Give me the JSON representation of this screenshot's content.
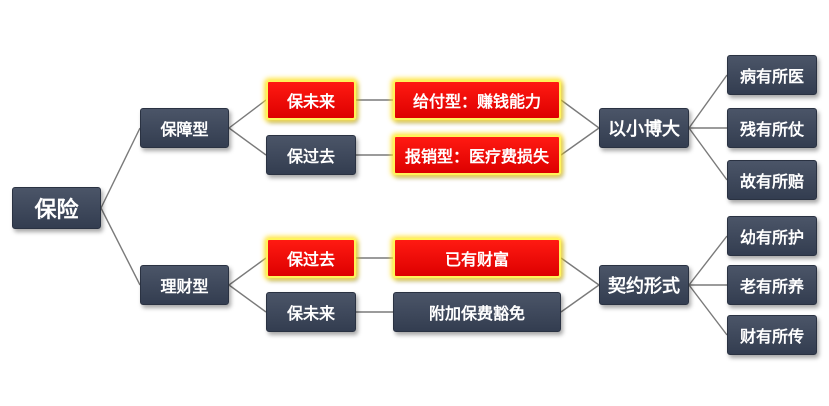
{
  "colors": {
    "dark_node": "#3f4a5d",
    "highlight_node": "#f00a0a",
    "highlight_border": "#fff35a",
    "connector": "#7a7a7a"
  },
  "root": "保险",
  "branches": {
    "protection": {
      "label": "保障型",
      "row1": {
        "tag": "保未来",
        "detail": "给付型：赚钱能力"
      },
      "row2": {
        "tag": "保过去",
        "detail": "报销型：医疗费损失"
      },
      "summary": "以小博大",
      "outcomes": [
        "病有所医",
        "残有所仗",
        "故有所赔"
      ]
    },
    "wealth": {
      "label": "理财型",
      "row1": {
        "tag": "保过去",
        "detail": "已有财富"
      },
      "row2": {
        "tag": "保未来",
        "detail": "附加保费豁免"
      },
      "summary": "契约形式",
      "outcomes": [
        "幼有所护",
        "老有所养",
        "财有所传"
      ]
    }
  }
}
